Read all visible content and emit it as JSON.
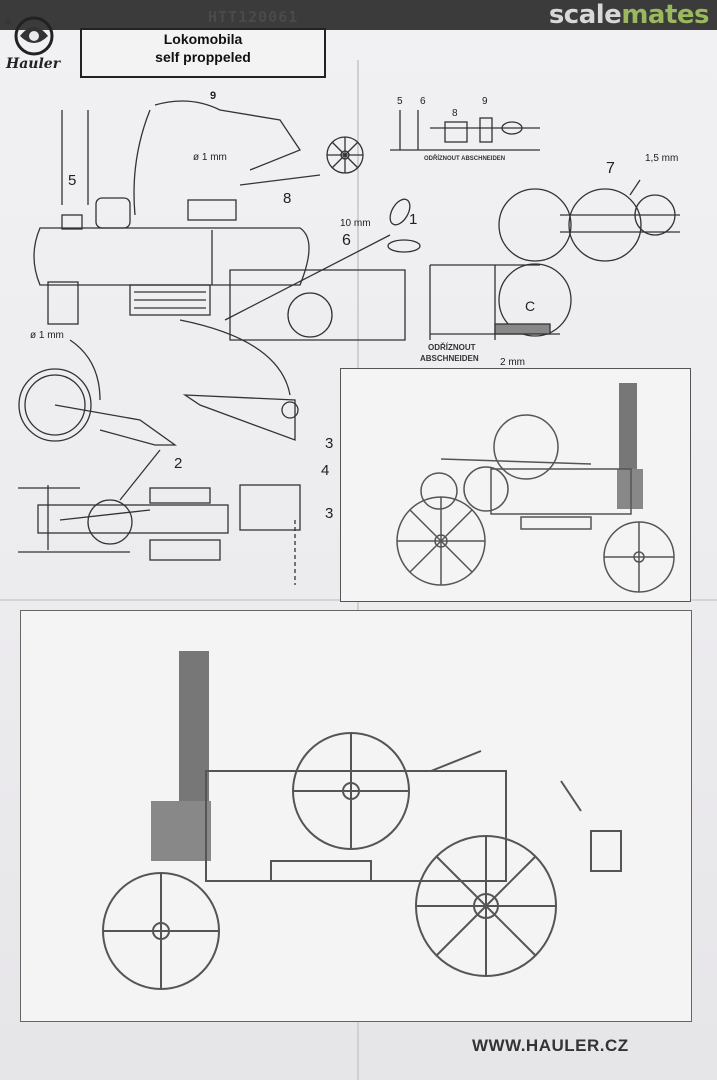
{
  "watermark": {
    "part1": "scale",
    "part2": "mates"
  },
  "header": {
    "product_code": "HTT120061",
    "title_line1": "Lokomobila",
    "title_line2": "self proppeled",
    "logo_text": "Hauler"
  },
  "labels": {
    "p1": "1",
    "p2": "2",
    "p3a": "3",
    "p3b": "3",
    "p4": "4",
    "p5": "5",
    "p6": "6",
    "p7": "7",
    "p8": "8",
    "p9": "9",
    "d1": "ø 1 mm",
    "d2": "ø 1 mm",
    "d3": "10 mm",
    "d4": "1,5 mm",
    "d5": "2 mm",
    "c": "C",
    "cut1": "ODŘÍZNOUT",
    "cut2": "ABSCHNEIDEN",
    "cut_top": "ODŘÍZNOUT ABSCHNEIDEN",
    "n5": "5",
    "n6": "6",
    "n8": "8",
    "n9": "9"
  },
  "footer": {
    "url": "WWW.HAULER.CZ"
  }
}
